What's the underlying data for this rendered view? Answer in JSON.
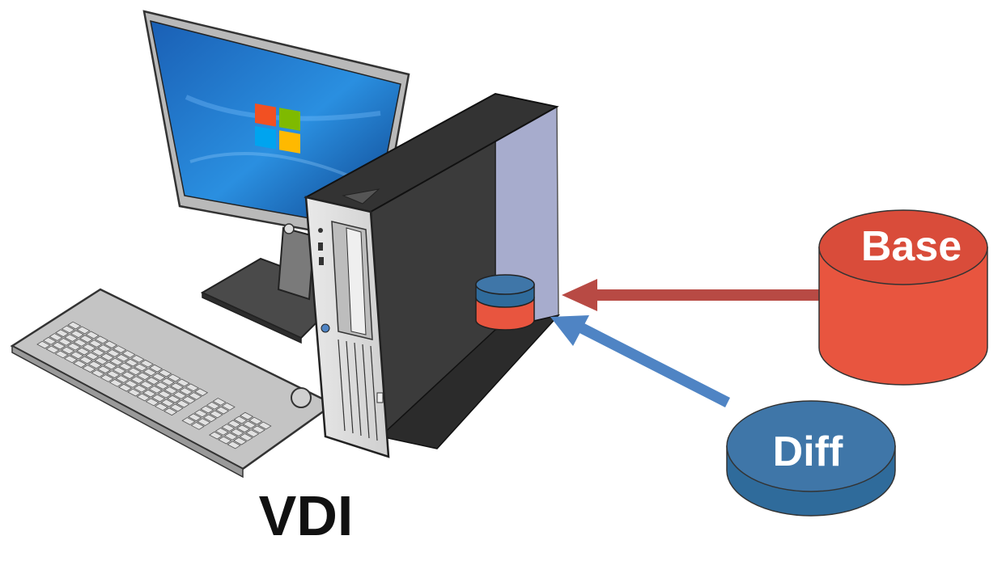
{
  "labels": {
    "computer": "VDI",
    "base_disk": "Base",
    "diff_disk": "Diff"
  },
  "colors": {
    "base_disk": "#e8553f",
    "base_disk_top": "#d94c3a",
    "diff_disk": "#2f6b9b",
    "diff_disk_top": "#3f76a8",
    "arrow_base": "#b84a44",
    "arrow_diff": "#4f84c4",
    "tower_dark": "#3b3b3b",
    "tower_side_panel": "#a7accd",
    "screen_blue": "#1f6fc6",
    "label_text": "#111111",
    "disk_label_text": "#ffffff"
  },
  "icons": [
    "windows-logo-icon"
  ]
}
